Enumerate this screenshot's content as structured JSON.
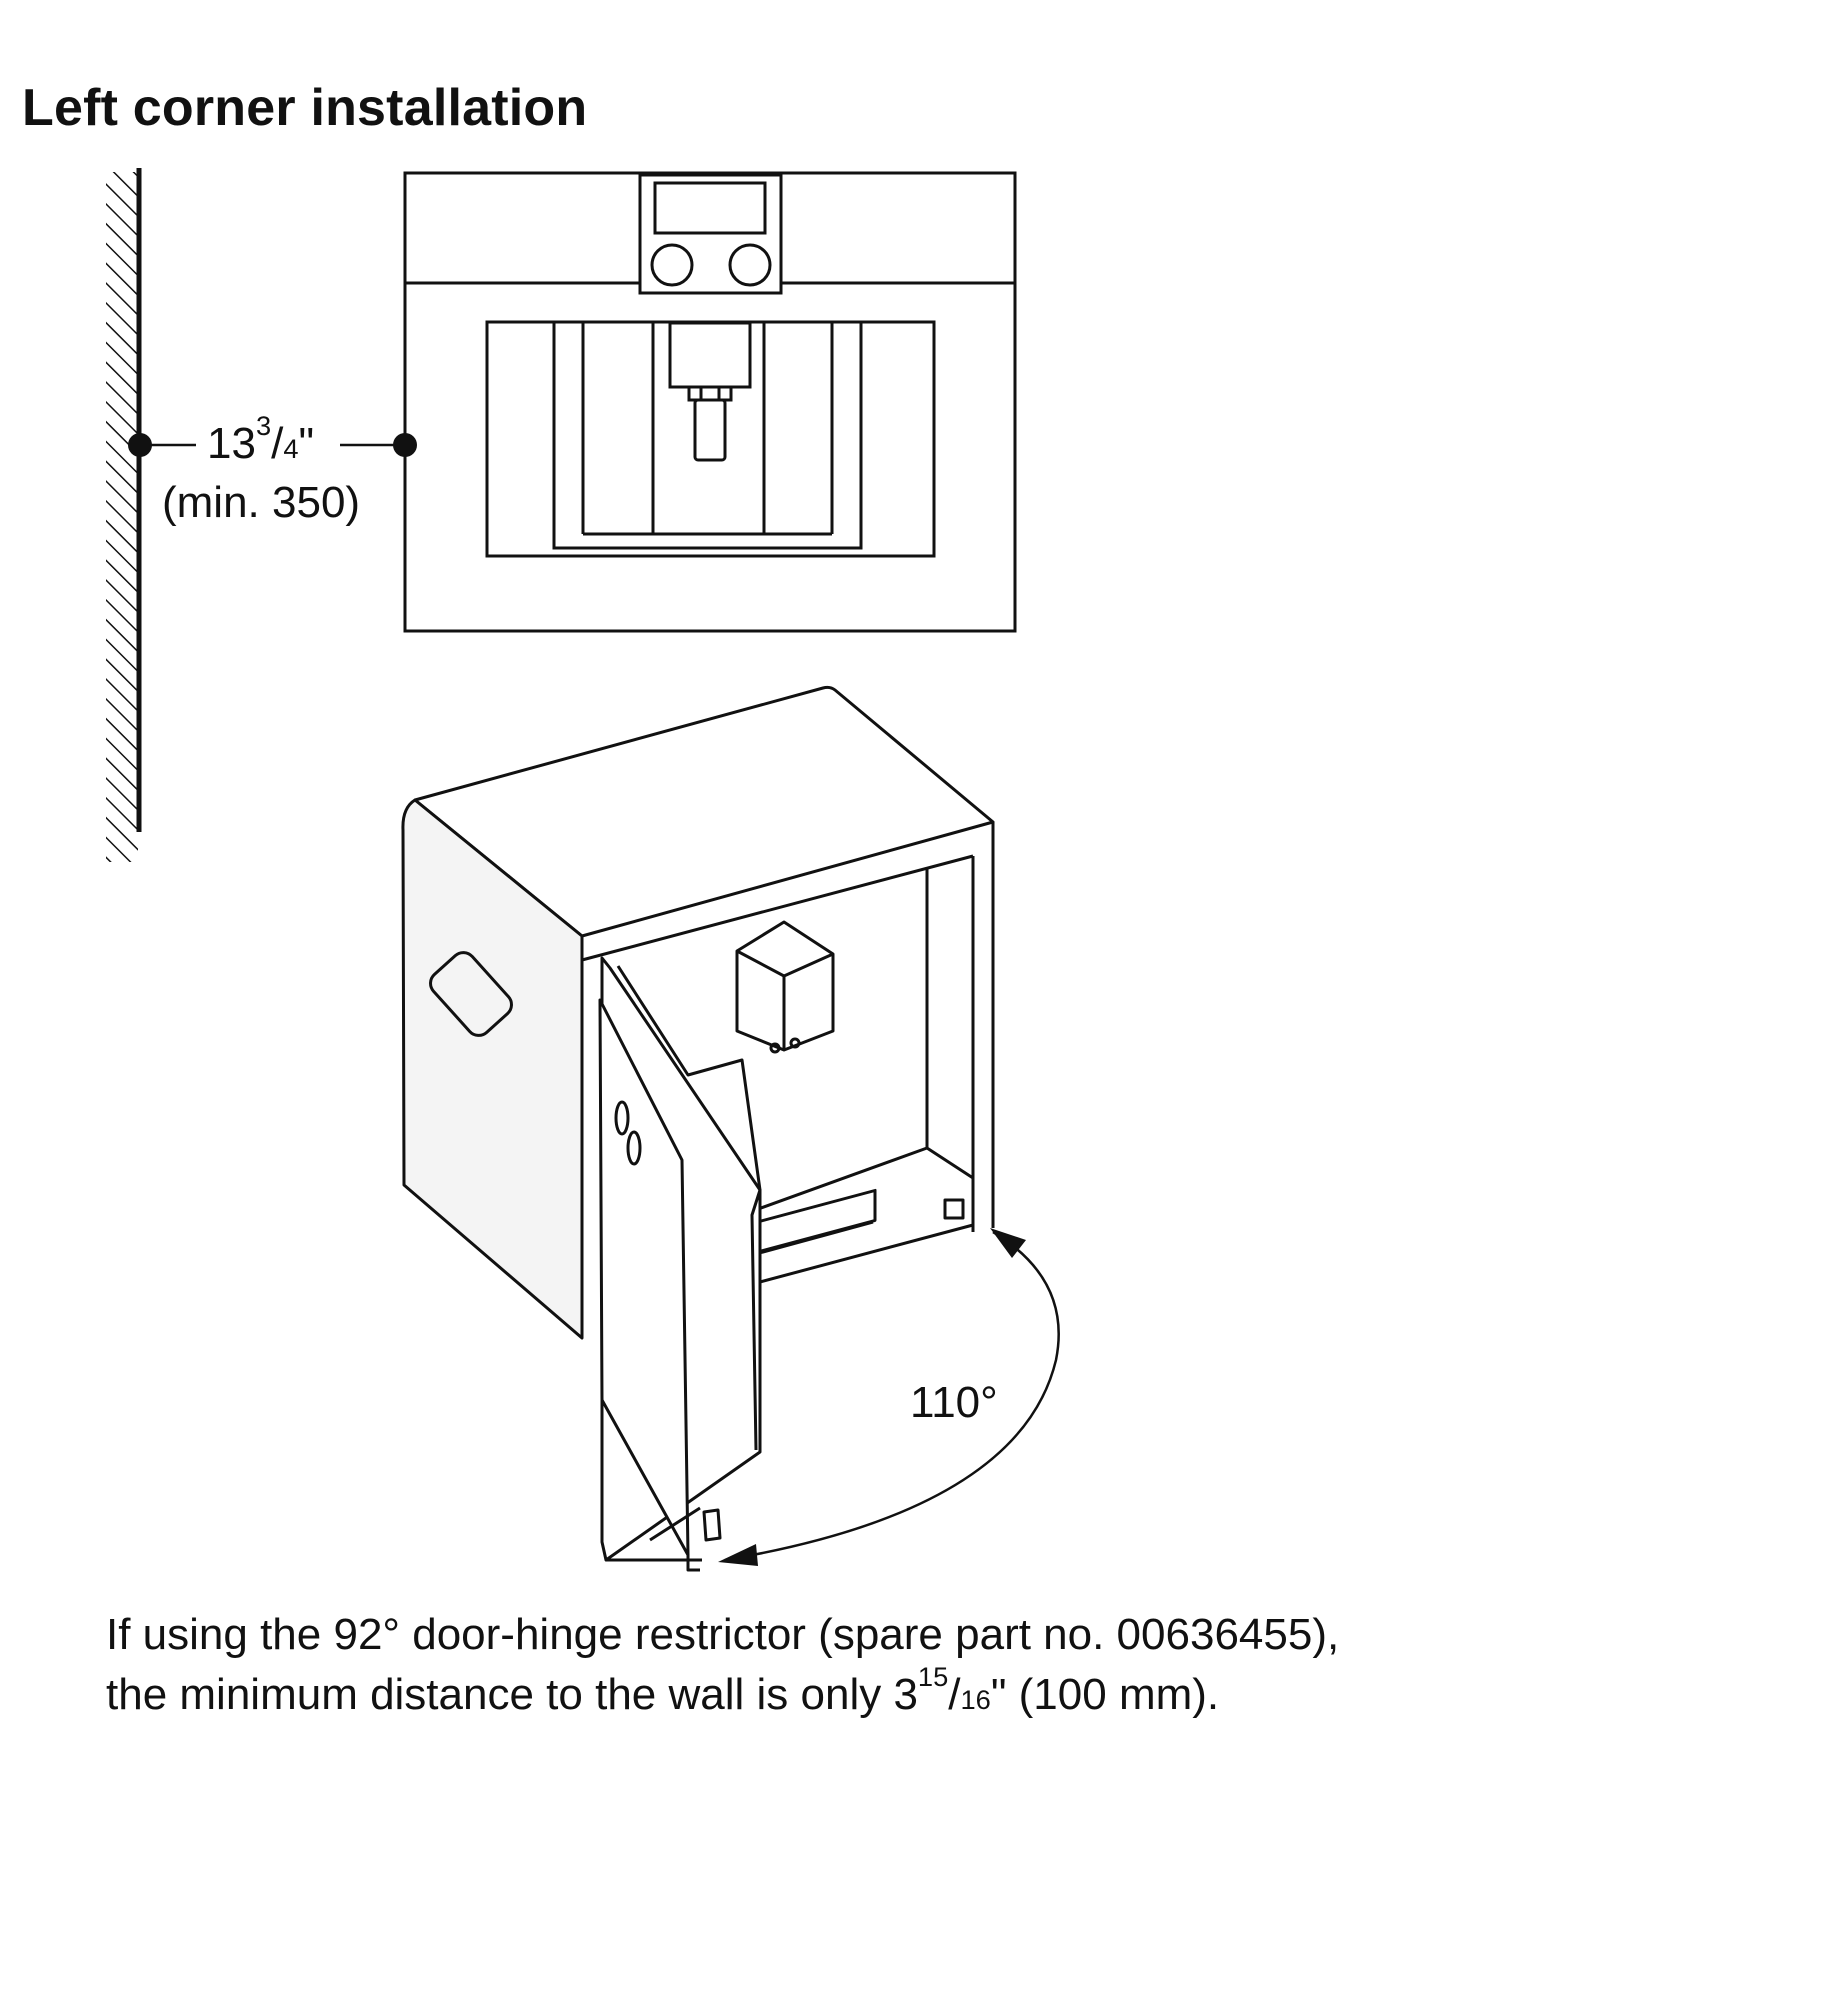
{
  "title": "Left corner installation",
  "dimension": {
    "whole": "13",
    "numerator": "3",
    "denominator": "4",
    "unit": "\"",
    "metric": "(min. 350)"
  },
  "angle_label": "110°",
  "note": {
    "line1": "If using the 92° door-hinge restrictor (spare part no. 00636455),",
    "line2_prefix": "the minimum distance to the wall is only 3",
    "line2_numerator": "15",
    "line2_denominator": "16",
    "line2_suffix": "\" (100 mm)."
  }
}
